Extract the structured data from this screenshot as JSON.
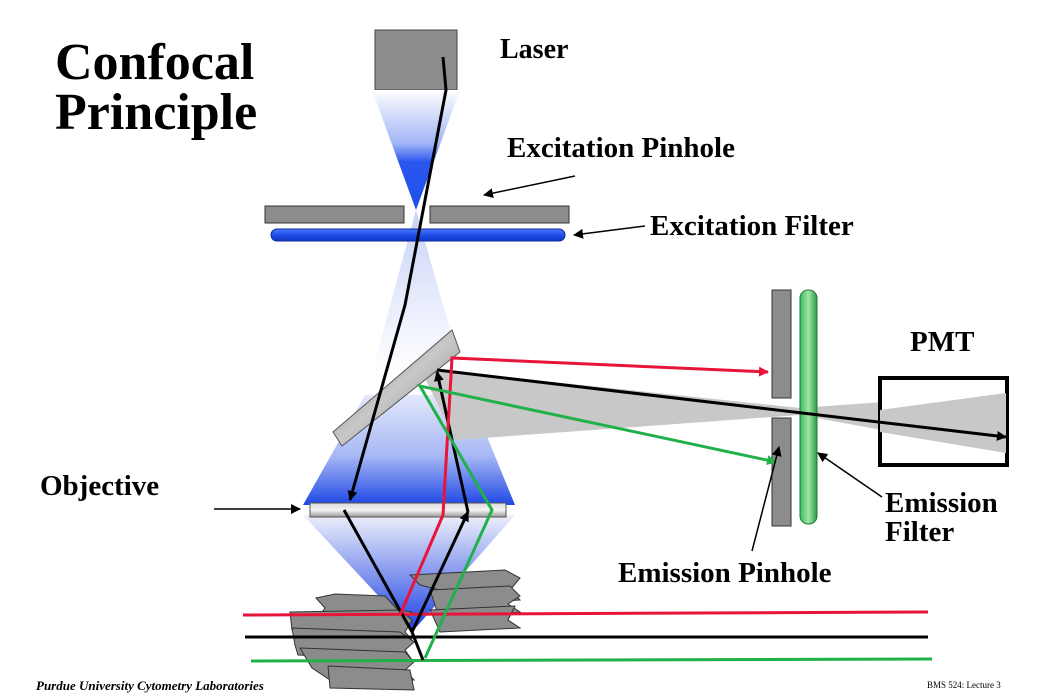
{
  "title": {
    "line1": "Confocal",
    "line2": "Principle"
  },
  "labels": {
    "laser": "Laser",
    "excitation_pinhole": "Excitation Pinhole",
    "excitation_filter": "Excitation Filter",
    "pmt": "PMT",
    "objective": "Objective",
    "emission_filter_line1": "Emission",
    "emission_filter_line2": "Filter",
    "emission_pinhole": "Emission Pinhole"
  },
  "footer": {
    "left": "Purdue University Cytometry Laboratories",
    "right": "BMS 524: Lecture 3"
  },
  "colors": {
    "excitation_blue": "#1f4fe8",
    "emission_green": "#22b04a",
    "out_of_focus_red": "#e8143a",
    "focal_ray": "#000000",
    "component_gray": "#8c8c8c"
  }
}
